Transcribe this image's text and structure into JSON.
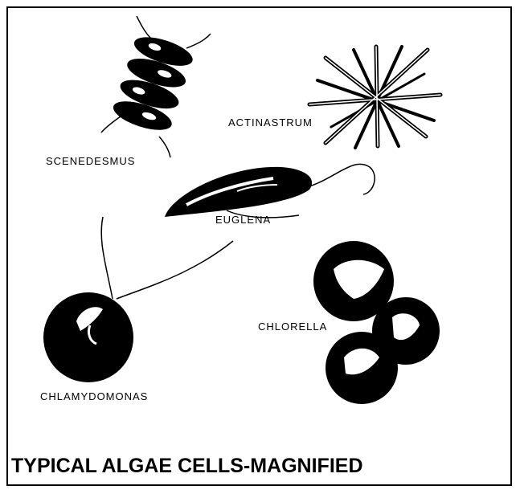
{
  "labels": {
    "scenedesmus": "SCENEDESMUS",
    "actinastrum": "ACTINASTRUM",
    "euglena": "EUGLENA",
    "chlorella": "CHLORELLA",
    "chlamydomonas": "CHLAMYDOMONAS"
  },
  "caption": "TYPICAL ALGAE CELLS-MAGNIFIED",
  "colors": {
    "ink": "#000000",
    "paper": "#ffffff"
  }
}
